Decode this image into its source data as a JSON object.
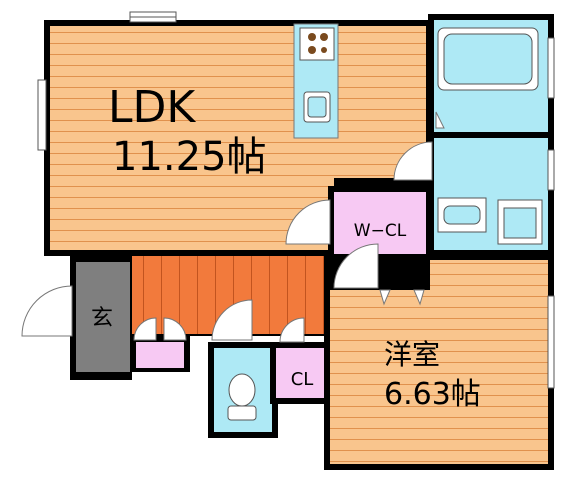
{
  "rooms": {
    "ldk": {
      "name": "LDK",
      "size": "11.25帖"
    },
    "bedroom": {
      "name": "洋室",
      "size": "6.63帖"
    },
    "walk_in_closet": {
      "label": "W−CL"
    },
    "closet": {
      "label": "CL"
    },
    "entrance": {
      "label": "玄"
    }
  },
  "colors": {
    "floor_wood": "#f9c58d",
    "floor_line": "#e0914d",
    "stairs": "#f27a3c",
    "stairs_line": "#c2541f",
    "storage": "#f7c9f3",
    "wet_area": "#aee9f5",
    "entrance_floor": "#7f7f7f",
    "wall": "#000000",
    "door_swing": "#ffffff"
  },
  "fixtures": [
    "kitchen-counter",
    "stove-burners-icon",
    "sink-icon",
    "bathtub-icon",
    "washbasin-icon",
    "washing-machine-icon",
    "toilet-icon",
    "shoe-cabinet-icon"
  ]
}
